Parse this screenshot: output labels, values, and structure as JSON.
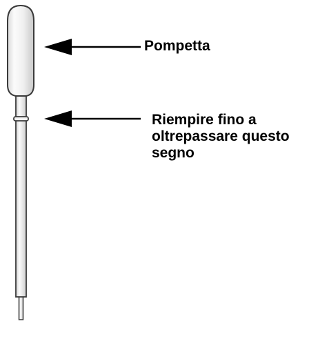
{
  "labels": {
    "bulb": "Pompetta",
    "fill_mark": {
      "line1": "Riempire fino a",
      "line2": "oltrepassare questo",
      "line3": "segno"
    }
  },
  "colors": {
    "outline": "#3a3a3a",
    "fill": "#f2f2f2",
    "arrow": "#000000",
    "text": "#000000"
  },
  "icons": {
    "pipette": "transfer-pipette",
    "arrow": "left-arrow"
  }
}
